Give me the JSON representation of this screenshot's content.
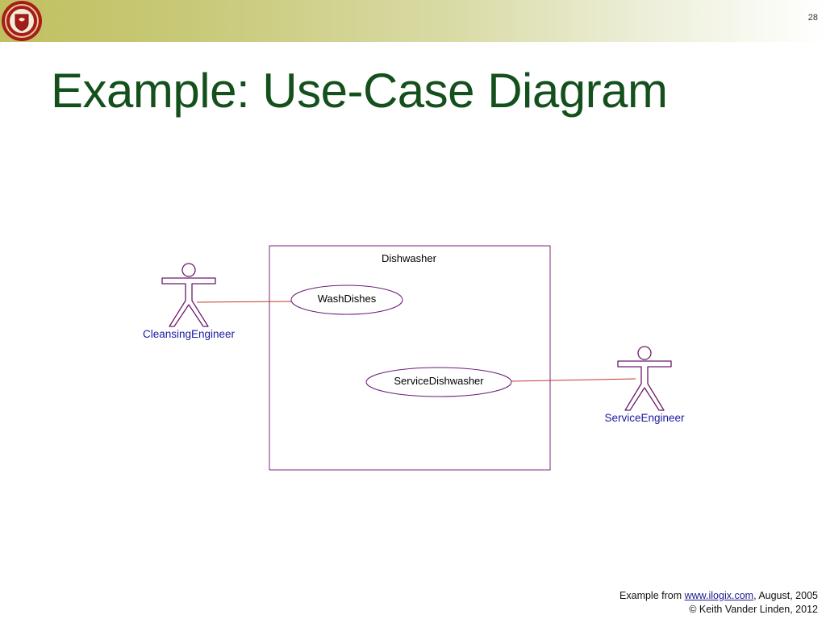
{
  "slide": {
    "number": "28",
    "title": "Example: Use-Case Diagram"
  },
  "diagram": {
    "system_boundary": "Dishwasher",
    "use_cases": {
      "wash_dishes": "WashDishes",
      "service_dishwasher": "ServiceDishwasher"
    },
    "actors": {
      "cleansing_engineer": "CleansingEngineer",
      "service_engineer": "ServiceEngineer"
    },
    "colors": {
      "boundary": "#7a2a7a",
      "use_case": "#6a1a7a",
      "actor": "#6a1a6a",
      "association": "#c0392b",
      "actor_label": "#1a1aa0"
    }
  },
  "footer": {
    "line1_prefix": "Example from ",
    "link_text": "www.ilogix.com",
    "line1_suffix": ", August, 2005",
    "line2": "© Keith Vander Linden, 2012"
  },
  "icons": [
    "college-seal-logo",
    "stick-figure-actor-icon"
  ]
}
